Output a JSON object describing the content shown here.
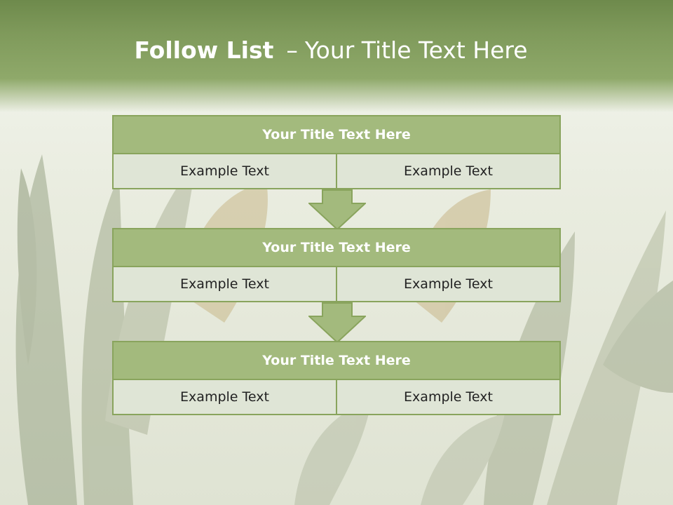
{
  "slide": {
    "title_bold": "Follow List",
    "title_separator": "–",
    "title_rest": "Your Title Text Here"
  },
  "steps": [
    {
      "title": "Your Title Text Here",
      "left": "Example Text",
      "right": "Example Text"
    },
    {
      "title": "Your Title Text Here",
      "left": "Example Text",
      "right": "Example Text"
    },
    {
      "title": "Your Title Text Here",
      "left": "Example Text",
      "right": "Example Text"
    }
  ],
  "colors": {
    "header_green": "#7f9a5b",
    "box_title_fill": "#a3ba7d",
    "box_border": "#89a45d",
    "cell_fill": "#dfe5d6",
    "arrow_fill": "#a3ba7d"
  }
}
